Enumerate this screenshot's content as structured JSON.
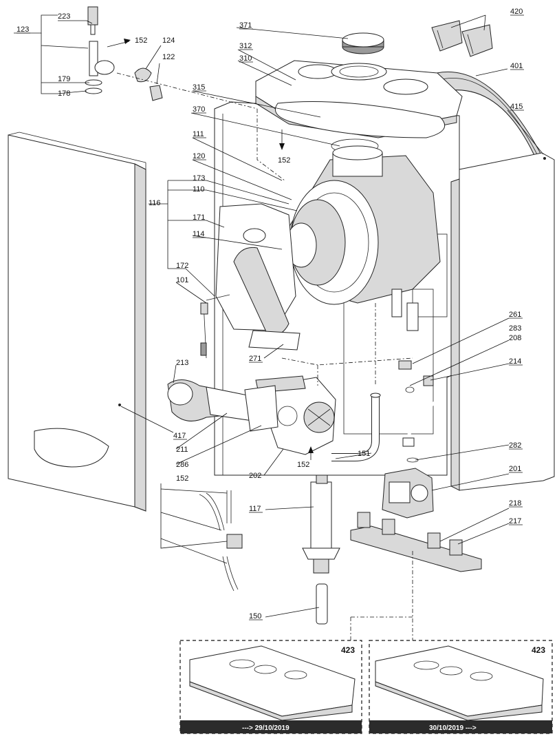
{
  "callouts": [
    {
      "id": "c223",
      "text": "223"
    },
    {
      "id": "c123",
      "text": "123"
    },
    {
      "id": "c152a",
      "text": "152"
    },
    {
      "id": "c124",
      "text": "124"
    },
    {
      "id": "c122",
      "text": "122"
    },
    {
      "id": "c179",
      "text": "179"
    },
    {
      "id": "c178",
      "text": "178"
    },
    {
      "id": "c371",
      "text": "371"
    },
    {
      "id": "c312",
      "text": "312"
    },
    {
      "id": "c310",
      "text": "310"
    },
    {
      "id": "c315",
      "text": "315"
    },
    {
      "id": "c370",
      "text": "370"
    },
    {
      "id": "c420",
      "text": "420"
    },
    {
      "id": "c401",
      "text": "401"
    },
    {
      "id": "c415",
      "text": "415"
    },
    {
      "id": "c111",
      "text": "111"
    },
    {
      "id": "c152b",
      "text": "152"
    },
    {
      "id": "c120",
      "text": "120"
    },
    {
      "id": "c173",
      "text": "173"
    },
    {
      "id": "c110",
      "text": "110"
    },
    {
      "id": "c116",
      "text": "116"
    },
    {
      "id": "c171",
      "text": "171"
    },
    {
      "id": "c114",
      "text": "114"
    },
    {
      "id": "c172",
      "text": "172"
    },
    {
      "id": "c101",
      "text": "101"
    },
    {
      "id": "c271",
      "text": "271"
    },
    {
      "id": "c261",
      "text": "261"
    },
    {
      "id": "c283",
      "text": "283"
    },
    {
      "id": "c208",
      "text": "208"
    },
    {
      "id": "c214",
      "text": "214"
    },
    {
      "id": "c213",
      "text": "213"
    },
    {
      "id": "c417",
      "text": "417"
    },
    {
      "id": "c211",
      "text": "211"
    },
    {
      "id": "c286",
      "text": "286"
    },
    {
      "id": "c202",
      "text": "202"
    },
    {
      "id": "c152c",
      "text": "152"
    },
    {
      "id": "c151",
      "text": "151"
    },
    {
      "id": "c282",
      "text": "282"
    },
    {
      "id": "c201",
      "text": "201"
    },
    {
      "id": "c152d",
      "text": "152"
    },
    {
      "id": "c117",
      "text": "117"
    },
    {
      "id": "c218",
      "text": "218"
    },
    {
      "id": "c217",
      "text": "217"
    },
    {
      "id": "c150",
      "text": "150"
    }
  ],
  "variant_boxes": [
    {
      "number": "423",
      "date_label": "---> 29/10/2019"
    },
    {
      "number": "423",
      "date_label": "30/10/2019 --->"
    }
  ]
}
